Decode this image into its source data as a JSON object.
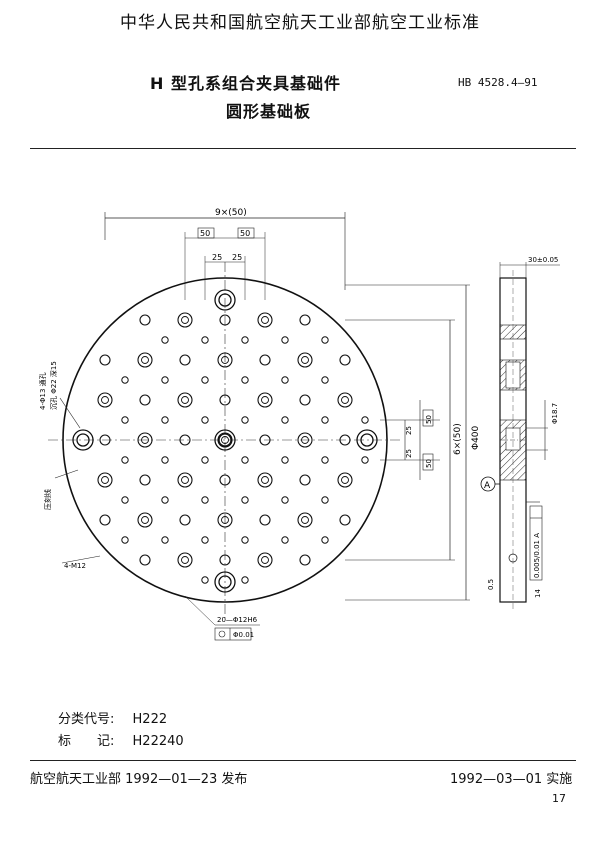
{
  "header": {
    "organization": "中华人民共和国航空航天工业部航空工业标准",
    "title_line1": "H 型孔系组合夹具基础件",
    "title_line2": "圆形基础板",
    "standard_number": "HB 4528.4—91"
  },
  "drawing": {
    "dim_top_overall": "9×(50)",
    "dim_box_left": "50",
    "dim_box_right": "50",
    "dim_25_left": "25",
    "dim_25_right": "25",
    "dim_thickness": "30±0.05",
    "callout_holes": "4-Φ13 通孔",
    "callout_counterbore": "沉孔 Φ22 深15",
    "callout_mark": "压刻线",
    "callout_thread": "4-M12",
    "dim_right_box_top": "50",
    "dim_right_25_top": "25",
    "dim_right_25_bottom": "25",
    "dim_right_box_bottom": "50",
    "dim_height_span": "6×(50)",
    "dim_diameter": "Φ400",
    "dim_bottom_holes": "20—Φ12H6",
    "tol_position": "Φ0.01",
    "datum_label": "A",
    "side_dim_counterbore": "Φ18.7",
    "side_tol_flatness": "0.005/0.01 A",
    "side_dim_chamfer": "0.5",
    "side_dim_angle": "14"
  },
  "meta": {
    "class_code_label": "分类代号:",
    "class_code_value": "H222",
    "mark_label": "标　　记:",
    "mark_value": "H22240"
  },
  "footer": {
    "issuer": "航空航天工业部 1992—01—23 发布",
    "effective": "1992—03—01 实施",
    "page": "17"
  }
}
